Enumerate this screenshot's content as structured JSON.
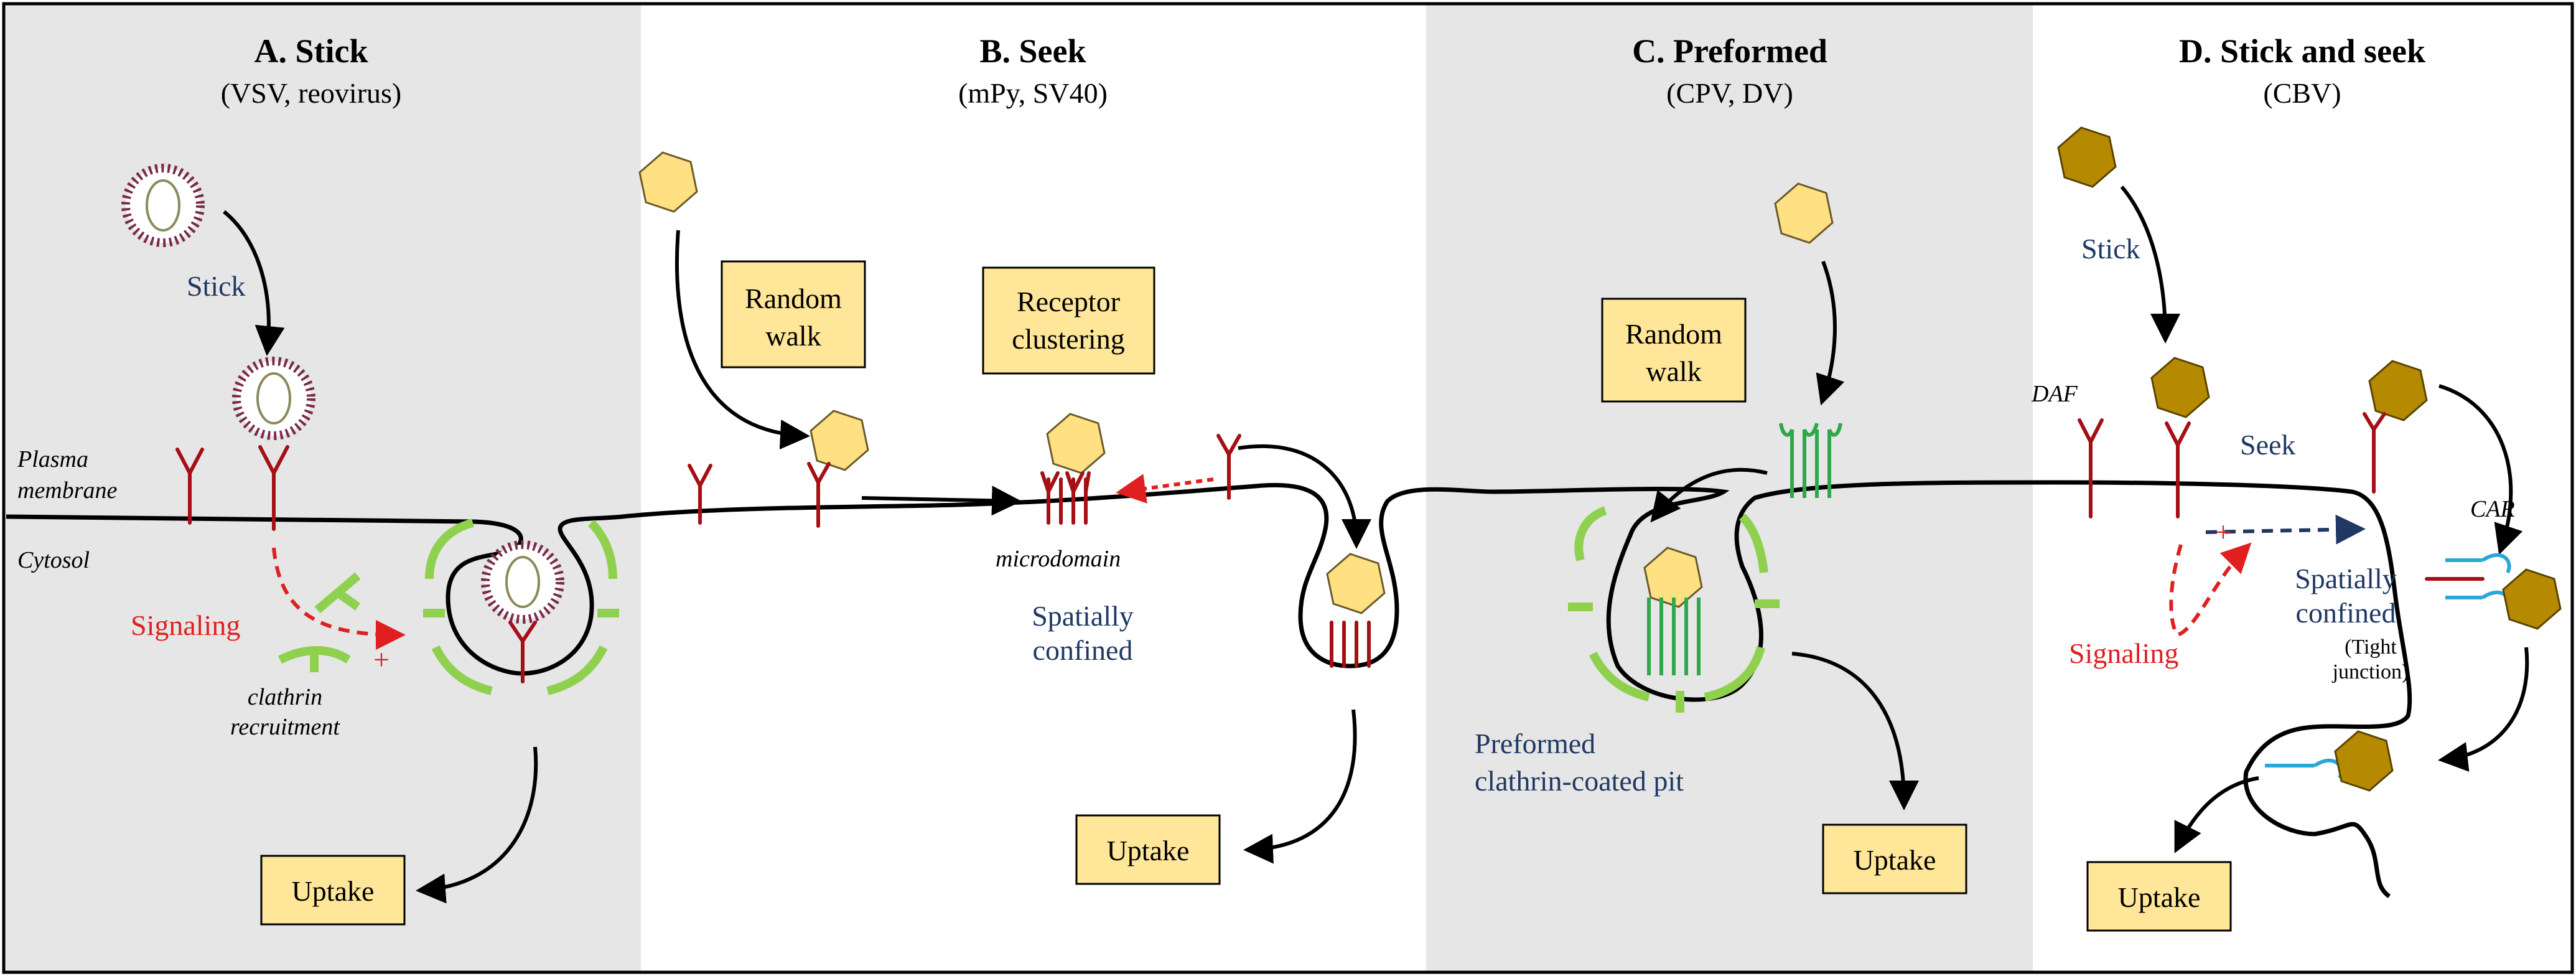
{
  "panels": {
    "a": {
      "title": "A. Stick",
      "subtitle": "(VSV, reovirus)"
    },
    "b": {
      "title": "B. Seek",
      "subtitle": "(mPy, SV40)"
    },
    "c": {
      "title": "C. Preformed",
      "subtitle": "(CPV, DV)"
    },
    "d": {
      "title": "D. Stick and seek",
      "subtitle": "(CBV)"
    }
  },
  "labels": {
    "plasma_membrane_1": "Plasma",
    "plasma_membrane_2": "membrane",
    "cytosol": "Cytosol",
    "stick_a": "Stick",
    "signaling_a": "Signaling",
    "plus_a": "+",
    "clathrin_1": "clathrin",
    "clathrin_2": "recruitment",
    "microdomain": "microdomain",
    "spatially_b_1": "Spatially",
    "spatially_b_2": "confined",
    "preformed_1": "Preformed",
    "preformed_2": "clathrin-coated pit",
    "stick_d": "Stick",
    "daf": "DAF",
    "seek_d": "Seek",
    "car": "CAR",
    "plus_d": "+",
    "spatially_d_1": "Spatially",
    "spatially_d_2": "confined",
    "tight_1": "(Tight",
    "tight_2": "junction)",
    "signaling_d": "Signaling"
  },
  "boxes": {
    "random_walk_b_1": "Random",
    "random_walk_b_2": "walk",
    "receptor_1": "Receptor",
    "receptor_2": "clustering",
    "random_walk_c_1": "Random",
    "random_walk_c_2": "walk",
    "uptake_a": "Uptake",
    "uptake_b": "Uptake",
    "uptake_c": "Uptake",
    "uptake_d": "Uptake"
  },
  "colors": {
    "panel_gray": "#e6e6e6",
    "receptor_red": "#a50f15",
    "clathrin_green": "#8fd14f",
    "signal_red": "#e02020",
    "seek_blue": "#1f3864",
    "car_blue": "#2aa7d6",
    "virus_yellow": "#ffe082",
    "virus_brown": "#b58a00"
  }
}
